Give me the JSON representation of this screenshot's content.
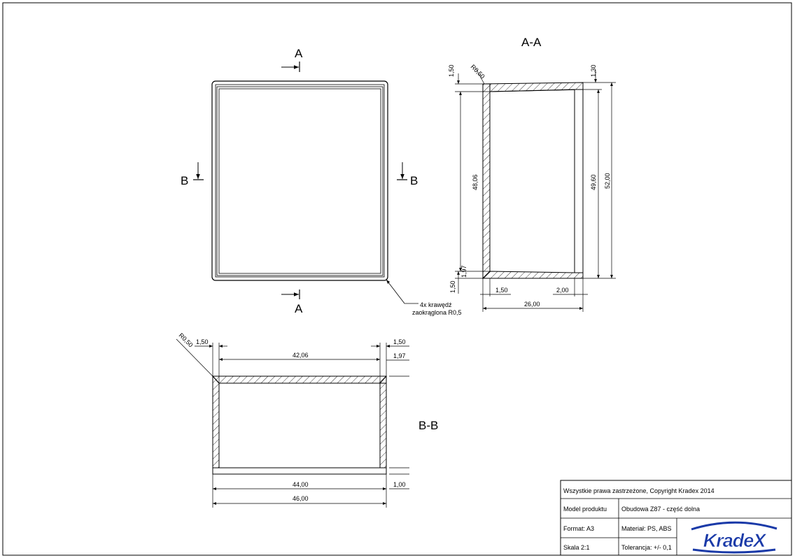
{
  "views": {
    "top": {
      "section_a_top": "A",
      "section_a_bottom": "A",
      "section_b_left": "B",
      "section_b_right": "B",
      "note_line1": "4x krawędź",
      "note_line2": "zaokrąglona R0,5"
    },
    "section_aa": {
      "title": "A-A",
      "dims": {
        "top_thickness": "1,50",
        "radius": "R0,50",
        "right_top": "1,30",
        "inner_height": "48,06",
        "right_inner": "49,60",
        "overall_height": "52,00",
        "bottom_lip": "1,97",
        "bottom_thickness": "1,50",
        "wall": "1,50",
        "flange": "2,00",
        "depth": "26,00"
      }
    },
    "section_bb": {
      "title": "B-B",
      "dims": {
        "radius": "R0,50",
        "left_wall": "1,50",
        "right_wall": "1,50",
        "inner_width": "42,06",
        "right_lip": "1,97",
        "base_width": "44,00",
        "base_thickness": "1,00",
        "overall_width": "46,00"
      }
    }
  },
  "title_block": {
    "copyright": "Wszystkie prawa zastrzeżone, Copyright Kradex 2014",
    "model_label": "Model produktu",
    "model_value": "Obudowa Z87 - część dolna",
    "format": "Format: A3",
    "material": "Materiał: PS, ABS",
    "scale": "Skala 2:1",
    "tolerance": "Tolerancja: +/- 0,1",
    "logo": "KradeX",
    "logo_color": "#1a3aa8"
  }
}
